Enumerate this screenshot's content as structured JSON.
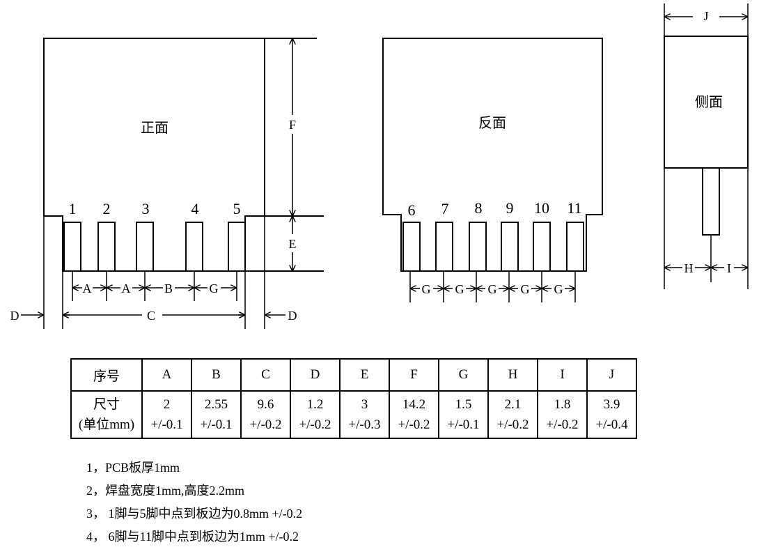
{
  "views": {
    "front_label": "正面",
    "back_label": "反面",
    "side_label": "侧面"
  },
  "pins": {
    "front": [
      "1",
      "2",
      "3",
      "4",
      "5"
    ],
    "back": [
      "6",
      "7",
      "8",
      "9",
      "10",
      "11"
    ]
  },
  "dim_labels": {
    "A": "A",
    "B": "B",
    "C": "C",
    "D": "D",
    "E": "E",
    "F": "F",
    "G": "G",
    "H": "H",
    "I": "I",
    "J": "J"
  },
  "table": {
    "header_label": "序号",
    "columns": [
      "A",
      "B",
      "C",
      "D",
      "E",
      "F",
      "G",
      "H",
      "I",
      "J"
    ],
    "row_label_line1": "尺寸",
    "row_label_line2": "(单位mm)",
    "values": [
      "2",
      "2.55",
      "9.6",
      "1.2",
      "3",
      "14.2",
      "1.5",
      "2.1",
      "1.8",
      "3.9"
    ],
    "tolerances": [
      "+/-0.1",
      "+/-0.1",
      "+/-0.2",
      "+/-0.2",
      "+/-0.3",
      "+/-0.2",
      "+/-0.1",
      "+/-0.2",
      "+/-0.2",
      "+/-0.4"
    ]
  },
  "notes": [
    "1，PCB板厚1mm",
    "2，焊盘宽度1mm,高度2.2mm",
    "3，  1脚与5脚中点到板边为0.8mm +/-0.2",
    "4，  6脚与11脚中点到板边为1mm +/-0.2"
  ]
}
